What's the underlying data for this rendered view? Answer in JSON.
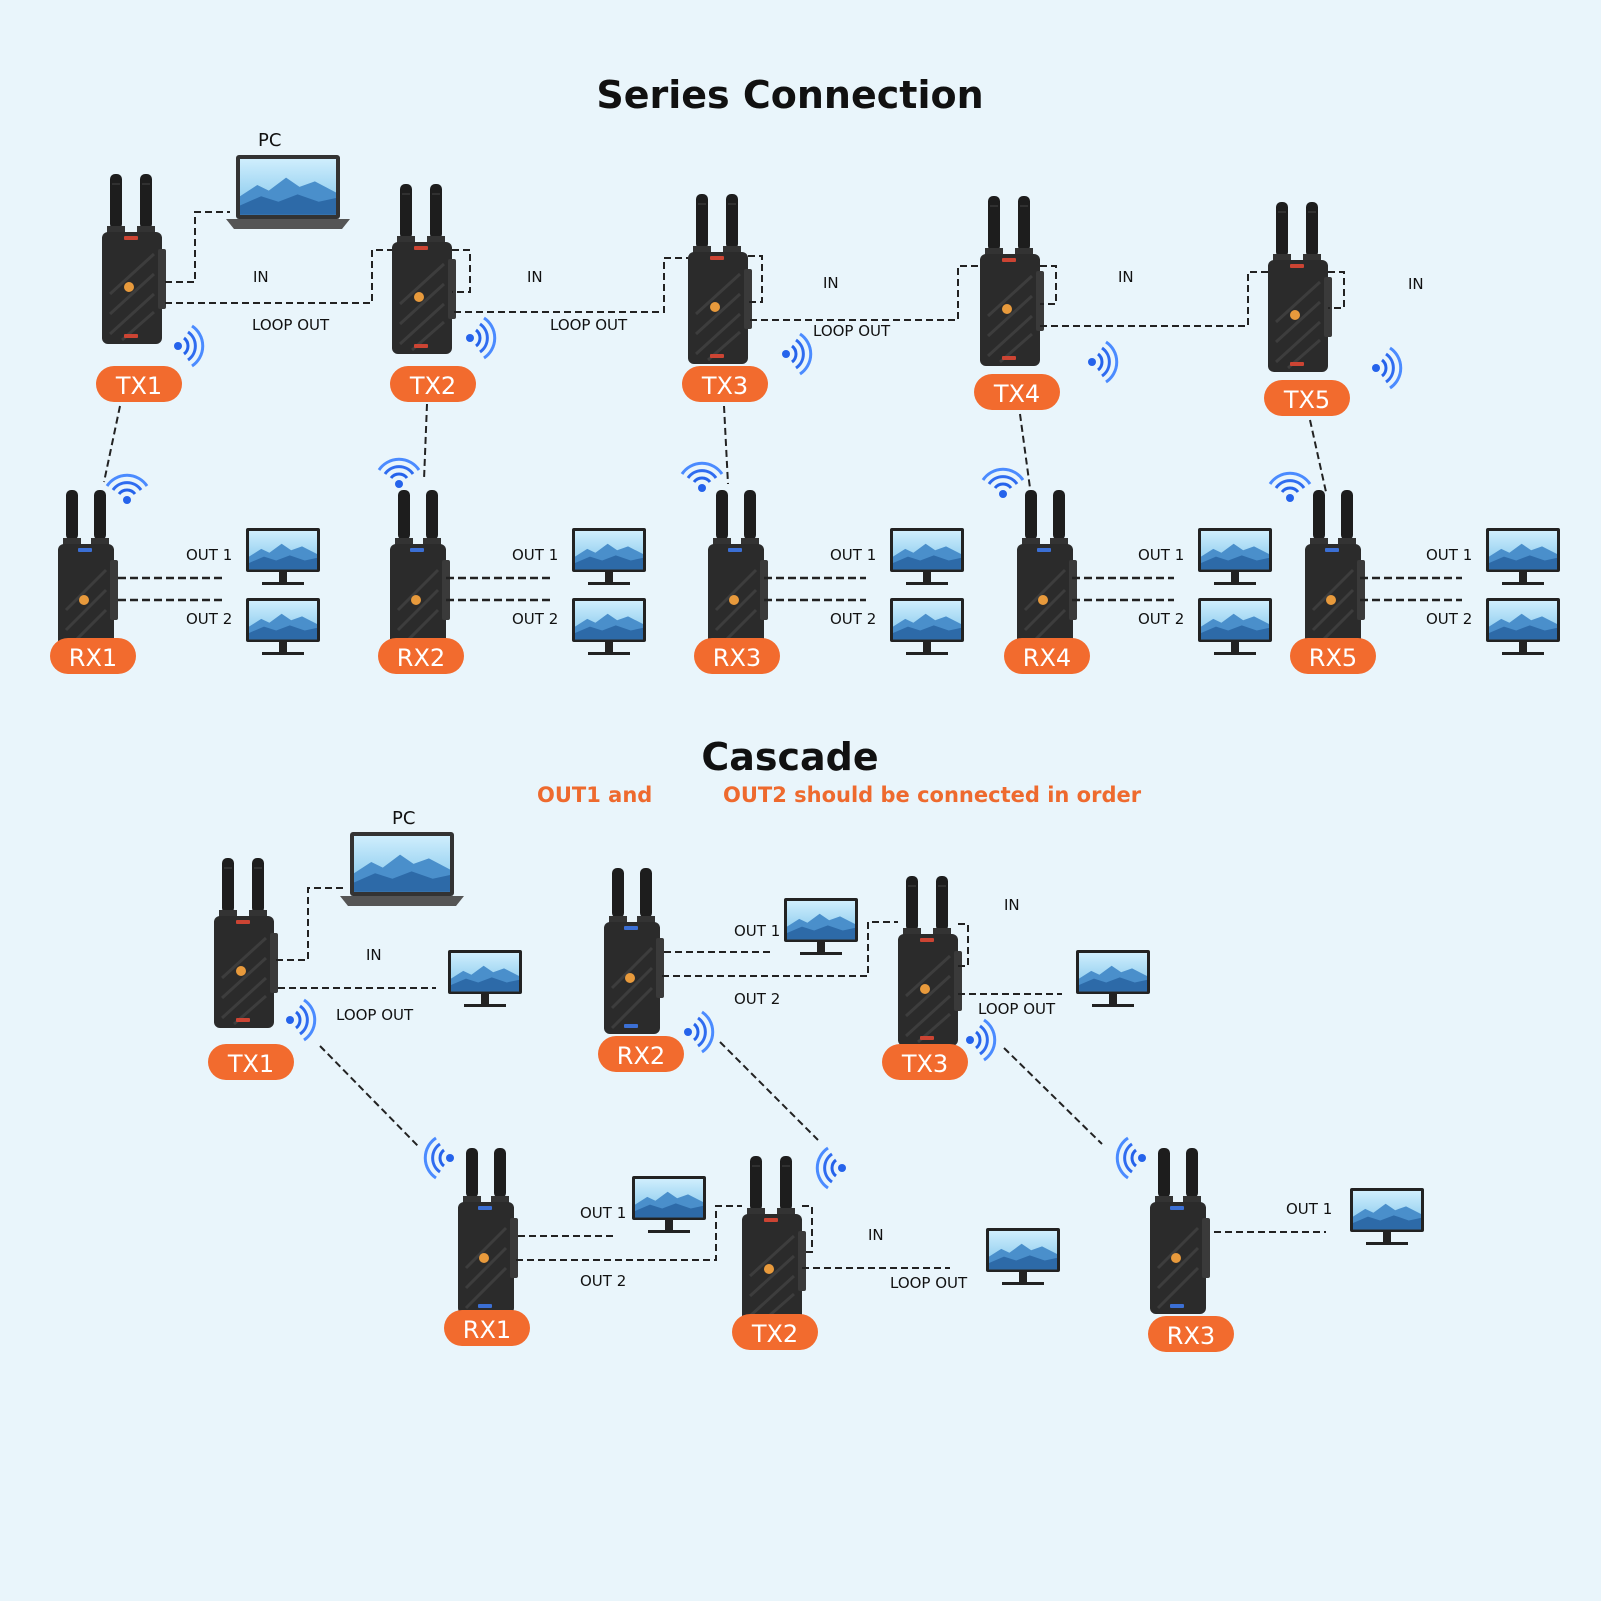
{
  "series": {
    "title": "Series Connection",
    "pc_label": "PC",
    "in_label": "IN",
    "loop_out_label": "LOOP OUT",
    "out1_label": "OUT 1",
    "out2_label": "OUT 2",
    "tx_labels": [
      "TX1",
      "TX2",
      "TX3",
      "TX4",
      "TX5"
    ],
    "rx_labels": [
      "RX1",
      "RX2",
      "RX3",
      "RX4",
      "RX5"
    ]
  },
  "cascade": {
    "title": "Cascade",
    "subtitle_part1": "OUT1 and",
    "subtitle_part2": "OUT2 should be connected in order",
    "pc_label": "PC",
    "in_label": "IN",
    "loop_out_label": "LOOP OUT",
    "out1_label": "OUT 1",
    "out2_label": "OUT 2",
    "tx_labels": [
      "TX1",
      "TX2",
      "TX3"
    ],
    "rx_labels": [
      "RX1",
      "RX2",
      "RX3"
    ]
  },
  "colors": {
    "background": "#e9f5fb",
    "badge": "#f26b2e",
    "device": "#2b2b2b",
    "wifi": "#2563eb",
    "screen_sky": "#8fd0f0",
    "screen_mountain": "#3e7fbf"
  },
  "icons": [
    "transmitter-device-icon",
    "receiver-device-icon",
    "laptop-icon",
    "monitor-icon",
    "wifi-signal-icon"
  ]
}
